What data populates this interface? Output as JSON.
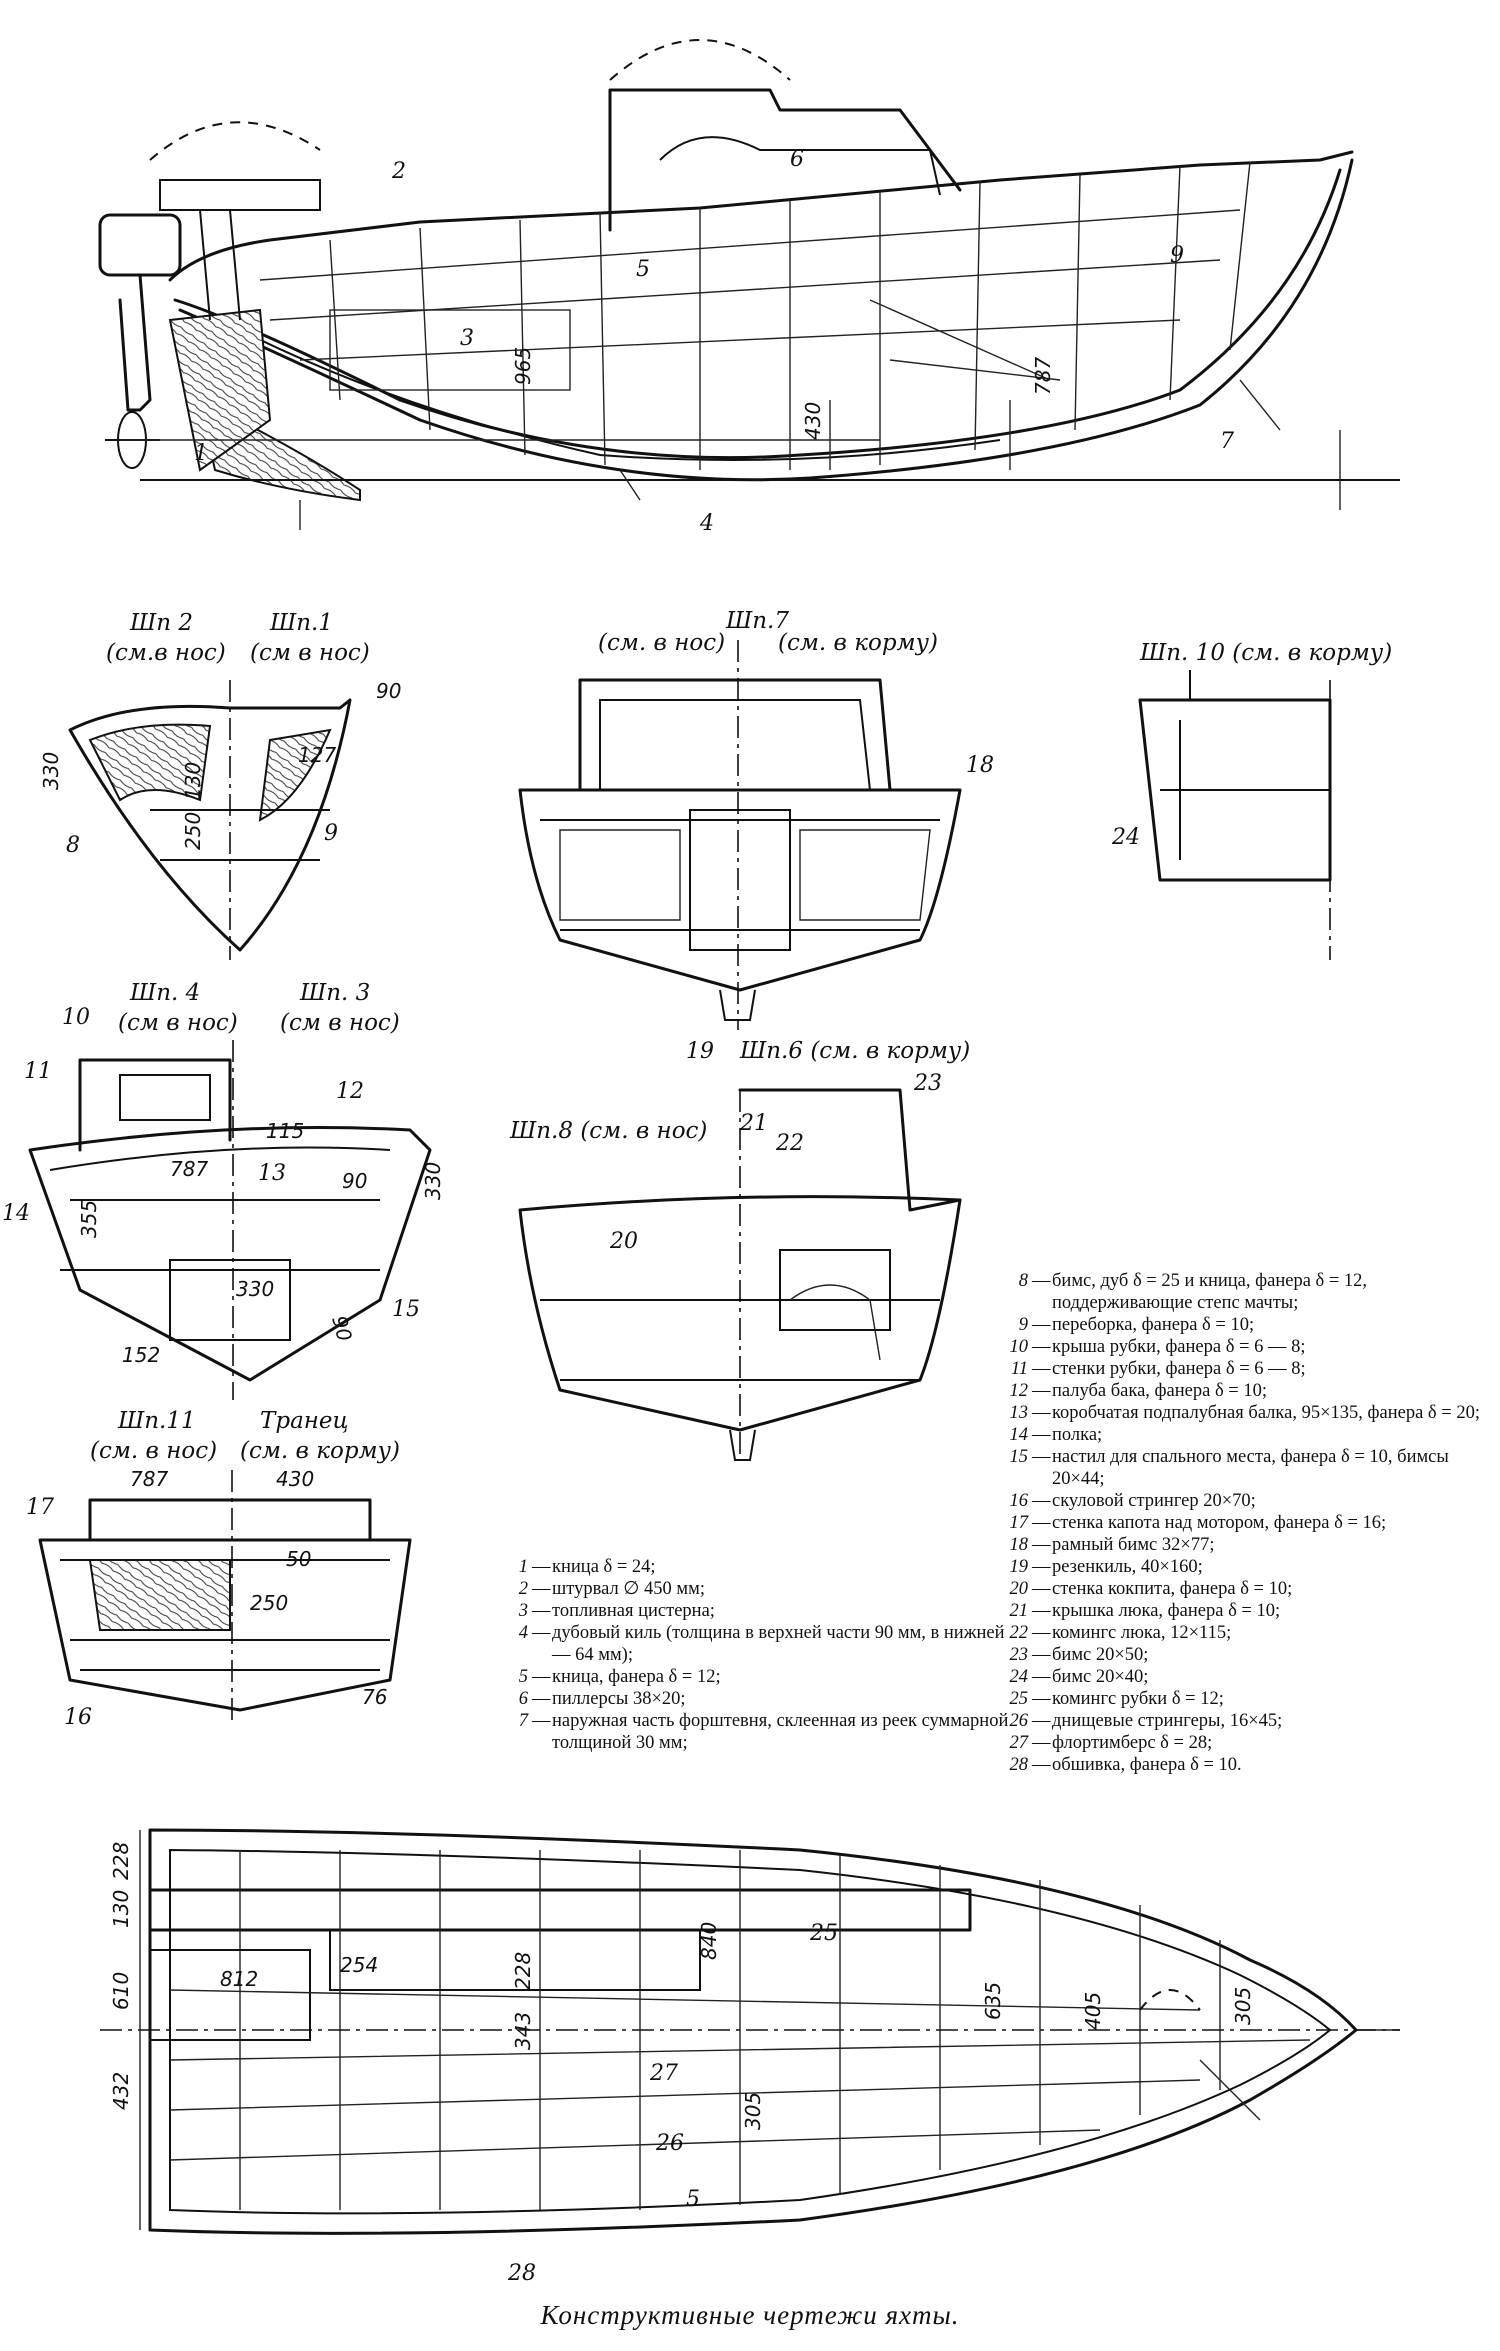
{
  "caption": "Конструктивные чертежи яхты.",
  "section_titles": {
    "sp2": "Шп 2",
    "sp2_dir": "(см.в нос)",
    "sp1": "Шп.1",
    "sp1_dir": "(см в нос)",
    "sp7_left": "(см. в нос)",
    "sp7": "Шп.7",
    "sp7_right": "(см. в корму)",
    "sp10": "Шп. 10 (см. в корму)",
    "sp4": "Шп. 4",
    "sp4_dir": "(см в нос)",
    "sp3": "Шп. 3",
    "sp3_dir": "(см в нос)",
    "sp6": "Шп.6 (см. в корму)",
    "sp8": "Шп.8 (см. в нос)",
    "sp11": "Шп.11",
    "sp11_dir": "(см. в нос)",
    "transom": "Транец",
    "transom_dir": "(см. в корму)"
  },
  "side_view": {
    "labels": [
      "1",
      "2",
      "3",
      "4",
      "5",
      "6",
      "7",
      "9"
    ],
    "dims": [
      "965",
      "430",
      "787"
    ]
  },
  "sp2_sp1": {
    "labels": [
      "8",
      "9"
    ],
    "dims": [
      "90",
      "330",
      "127",
      "130",
      "250"
    ]
  },
  "sp7": {
    "labels": [
      "18",
      "19"
    ]
  },
  "sp10": {
    "labels": [
      "24"
    ]
  },
  "sp4_sp3": {
    "labels": [
      "10",
      "11",
      "12",
      "13",
      "14",
      "15"
    ],
    "dims": [
      "115",
      "787",
      "330",
      "90",
      "355",
      "330",
      "90",
      "152"
    ]
  },
  "sp6_sp8": {
    "labels": [
      "20",
      "21",
      "22",
      "23"
    ]
  },
  "sp11_transom": {
    "labels": [
      "16",
      "17"
    ],
    "dims": [
      "787",
      "430",
      "50",
      "250",
      "76"
    ]
  },
  "plan_view": {
    "labels": [
      "25",
      "26",
      "27",
      "28",
      "5"
    ],
    "dims": [
      "228",
      "130",
      "610",
      "432",
      "812",
      "254",
      "228",
      "343",
      "840",
      "305",
      "635",
      "405",
      "305"
    ]
  },
  "legend_left": [
    {
      "num": "1",
      "text": "кница δ = 24;"
    },
    {
      "num": "2",
      "text": "штурвал ∅ 450 мм;"
    },
    {
      "num": "3",
      "text": "топливная цистерна;"
    },
    {
      "num": "4",
      "text": "дубовый киль (толщина в верхней части 90 мм, в нижней — 64 мм);"
    },
    {
      "num": "5",
      "text": "кница, фанера δ = 12;"
    },
    {
      "num": "6",
      "text": "пиллерсы 38×20;"
    },
    {
      "num": "7",
      "text": "наружная часть форштевня, склеенная из реек суммарной толщиной 30 мм;"
    }
  ],
  "legend_right": [
    {
      "num": "8",
      "text": "бимс, дуб δ = 25 и кница, фанера δ = 12, поддерживающие степс мачты;"
    },
    {
      "num": "9",
      "text": "переборка, фанера δ = 10;"
    },
    {
      "num": "10",
      "text": "крыша рубки, фанера δ = 6 — 8;"
    },
    {
      "num": "11",
      "text": "стенки рубки, фанера δ = 6 — 8;"
    },
    {
      "num": "12",
      "text": "палуба бака, фанера δ = 10;"
    },
    {
      "num": "13",
      "text": "коробчатая подпалубная балка, 95×135, фанера δ = 20;"
    },
    {
      "num": "14",
      "text": "полка;"
    },
    {
      "num": "15",
      "text": "настил для спального места, фанера δ = 10, бимсы 20×44;"
    },
    {
      "num": "16",
      "text": "скуловой стрингер 20×70;"
    },
    {
      "num": "17",
      "text": "стенка капота над мотором, фанера δ = 16;"
    },
    {
      "num": "18",
      "text": "рамный бимс 32×77;"
    },
    {
      "num": "19",
      "text": "резенкиль, 40×160;"
    },
    {
      "num": "20",
      "text": "стенка кокпита, фанера δ = 10;"
    },
    {
      "num": "21",
      "text": "крышка люка, фанера δ = 10;"
    },
    {
      "num": "22",
      "text": "комингс люка, 12×115;"
    },
    {
      "num": "23",
      "text": "бимс 20×50;"
    },
    {
      "num": "24",
      "text": "бимс 20×40;"
    },
    {
      "num": "25",
      "text": "комингс рубки δ = 12;"
    },
    {
      "num": "26",
      "text": "днищевые стрингеры, 16×45;"
    },
    {
      "num": "27",
      "text": "флортимберс δ = 28;"
    },
    {
      "num": "28",
      "text": "обшивка, фанера δ = 10."
    }
  ]
}
